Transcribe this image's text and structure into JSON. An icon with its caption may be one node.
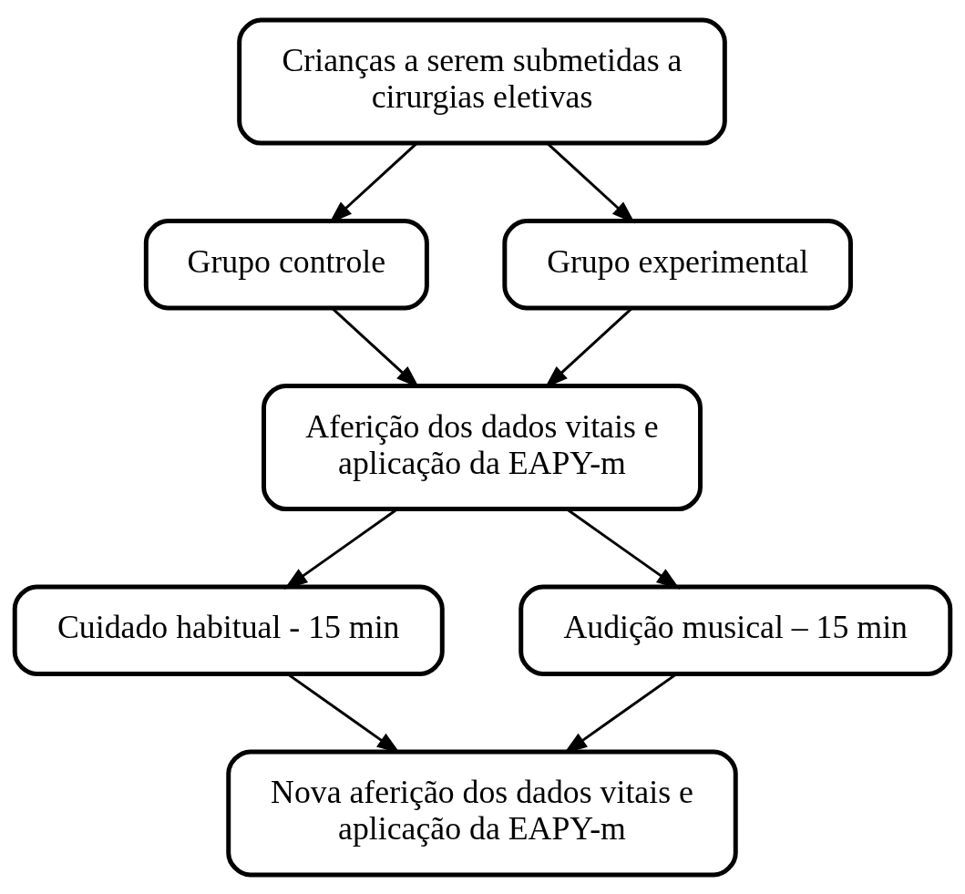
{
  "diagram": {
    "nodes": [
      {
        "text": [
          "Crianças a serem submetidas a cirurgias eletivas"
        ]
      },
      {
        "text": [
          "Grupo controle"
        ]
      },
      {
        "text": [
          "Grupo experimental"
        ]
      },
      {
        "text": [
          "Aferição dos dados vitais e aplicação da EAPY-m"
        ]
      },
      {
        "text": [
          "Cuidado habitual - 15 min"
        ]
      },
      {
        "text": [
          "Audição musical – 15 min"
        ]
      },
      {
        "text": [
          "Nova aferição dos dados vitais e aplicação da EAPY-m"
        ]
      }
    ],
    "edges": [
      {
        "from": 0,
        "to": 1,
        "arrow": "to"
      },
      {
        "from": 0,
        "to": 2,
        "arrow": "to"
      },
      {
        "from": 1,
        "to": 3,
        "arrow": "to"
      },
      {
        "from": 2,
        "to": 3,
        "arrow": "to"
      },
      {
        "from": 3,
        "to": 4,
        "arrow": "to"
      },
      {
        "from": 3,
        "to": 5,
        "arrow": "to"
      },
      {
        "from": 4,
        "to": 6,
        "arrow": "to"
      },
      {
        "from": 5,
        "to": 6,
        "arrow": "to"
      }
    ]
  }
}
